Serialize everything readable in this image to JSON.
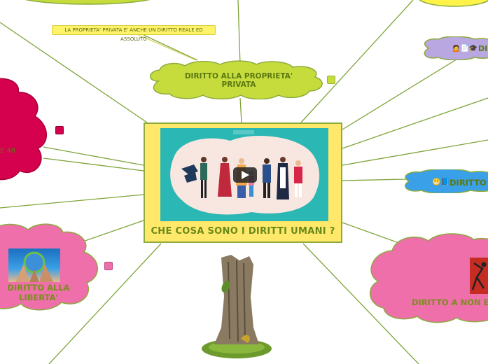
{
  "central": {
    "title": "CHE COSA SONO I  DIRITTI UMANI  ?",
    "video_badge": "",
    "video_caption_small": ""
  },
  "caption": {
    "text": "LA PROPRIETA' PRIVATA E' ANCHE UN DIRITTO REALE ED ASSOLUTO"
  },
  "nodes": {
    "property": "DIRITTO ALLA PROPRIETA' PRIVATA",
    "liberty": "DIRITTO ALLA LIBERTA'",
    "left_red": "E 48",
    "right_purple": "DI",
    "right_blue": "DIRITTO A",
    "right_pink": "DIRITTO A NON ES"
  },
  "colors": {
    "central_fill": "#ffe86a",
    "central_border": "#8cab3c",
    "line": "#7ea43a",
    "property_cloud": "#c6dc3d",
    "red_cloud": "#d5004e",
    "pink_cloud": "#ee6faa",
    "blue_cloud": "#3aa0e8",
    "purple_cloud": "#b9a7e2",
    "yellow_cloud": "#fff34a"
  }
}
